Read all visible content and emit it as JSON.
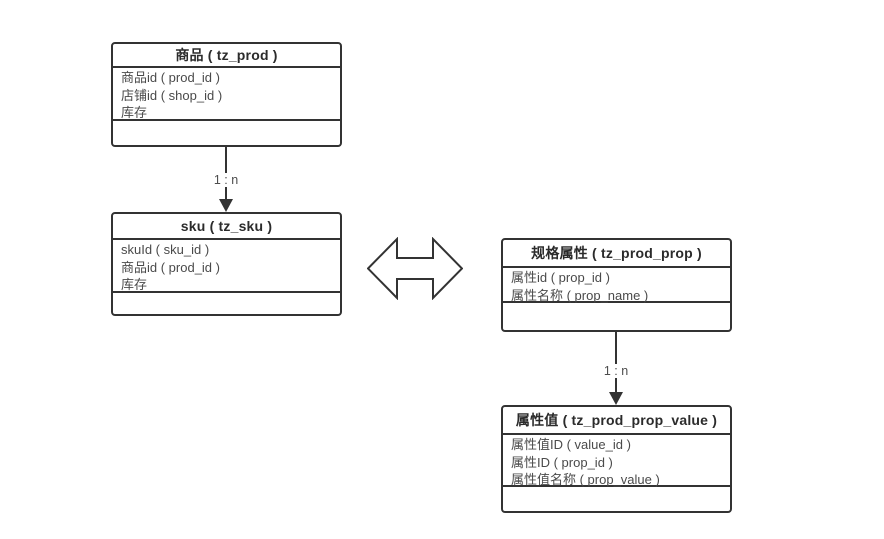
{
  "diagram": {
    "background_color": "#ffffff",
    "stroke_color": "#333333",
    "title_text_color": "#2b2b2b",
    "field_text_color": "#4a4a4a",
    "entities": [
      {
        "name": "prod",
        "title": "商品 ( tz_prod )",
        "fields": [
          "商品id ( prod_id )",
          "店铺id ( shop_id )",
          "库存"
        ]
      },
      {
        "name": "sku",
        "title": "sku ( tz_sku )",
        "fields": [
          "skuId ( sku_id )",
          "商品id ( prod_id )",
          "库存"
        ]
      },
      {
        "name": "prod-prop",
        "title": "规格属性 ( tz_prod_prop )",
        "fields": [
          "属性id ( prop_id )",
          "属性名称 ( prop_name )"
        ]
      },
      {
        "name": "prod-prop-value",
        "title": "属性值 ( tz_prod_prop_value )",
        "fields": [
          "属性值ID ( value_id )",
          "属性ID ( prop_id )",
          "属性值名称 ( prop_value )"
        ]
      }
    ],
    "connectors": [
      {
        "from": "prod",
        "to": "sku",
        "label": "1 : n"
      },
      {
        "from": "prod-prop",
        "to": "prod-prop-value",
        "label": "1 : n"
      }
    ],
    "relation_icon": "left-right-double-arrow"
  }
}
